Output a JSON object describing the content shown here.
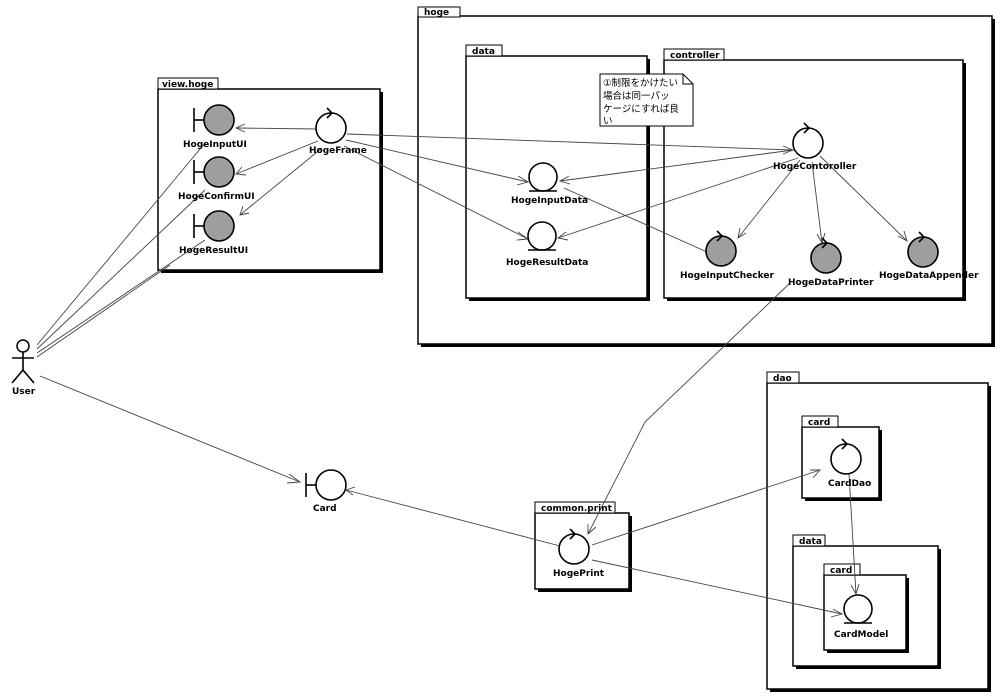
{
  "packages": {
    "hoge": "hoge",
    "hoge_data": "data",
    "hoge_controller": "controller",
    "view_hoge": "view.hoge",
    "dao": "dao",
    "dao_card": "card",
    "dao_data": "data",
    "dao_data_card": "card",
    "common_print": "common.print"
  },
  "elements": {
    "hoge_input_ui": "HogeInputUI",
    "hoge_confirm_ui": "HogeConfirmUI",
    "hoge_result_ui": "HogeResultUI",
    "hoge_frame": "HogeFrame",
    "hoge_input_data": "HogeInputData",
    "hoge_result_data": "HogeResultData",
    "hoge_controller": "HogeContoroller",
    "hoge_input_checker": "HogeInputChecker",
    "hoge_data_printer": "HogeDataPrinter",
    "hoge_data_appender": "HogeDataAppender",
    "card": "Card",
    "hoge_print": "HogePrint",
    "card_dao": "CardDao",
    "card_model": "CardModel",
    "user": "User"
  },
  "note": {
    "line1": "①制限をかけたい",
    "line2": "場合は同一パッ",
    "line3": "ケージにすれば良",
    "line4": "い"
  },
  "colors": {
    "control_fill": "#ffffff",
    "stereotype_fill_grey": "#9e9e9e",
    "line": "#444444"
  }
}
